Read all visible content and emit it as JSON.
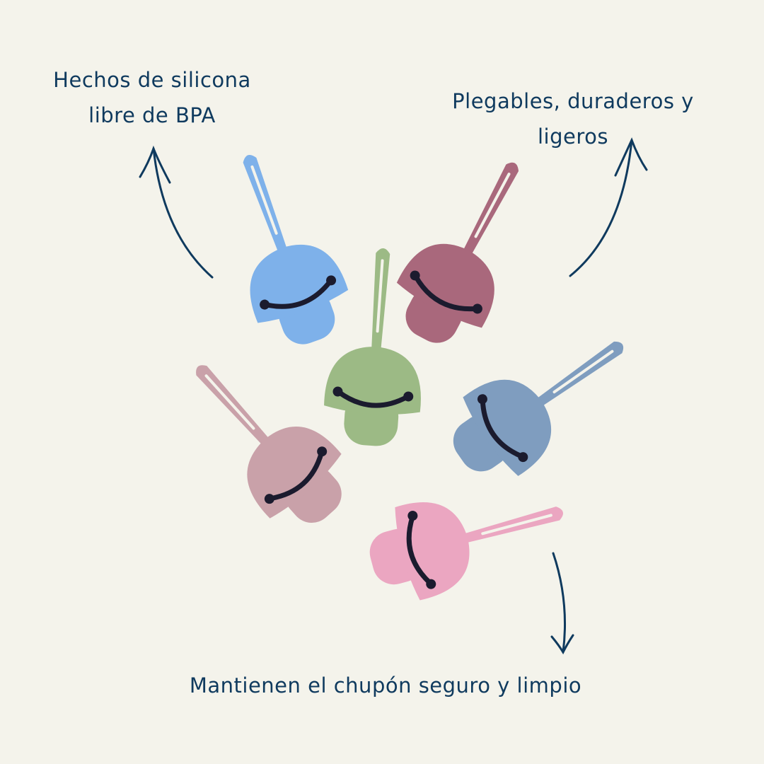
{
  "captions": {
    "top_left": {
      "line1": "Hechos de silicona",
      "line2": "libre de BPA"
    },
    "top_right": {
      "line1": "Plegables, duraderos y",
      "line2": "ligeros"
    },
    "bottom": "Mantienen el chupón seguro y limpio"
  },
  "colors": {
    "background": "#f4f3eb",
    "text": "#0f3a5e",
    "products": [
      "#7eb1ea",
      "#9cba85",
      "#a9687c",
      "#7f9dbf",
      "#c9a1a9",
      "#eba6c1"
    ]
  }
}
